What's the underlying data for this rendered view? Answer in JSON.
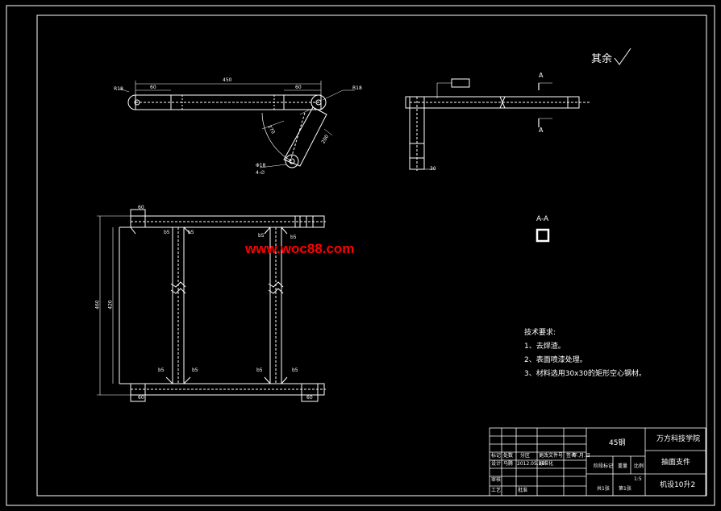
{
  "drawing": {
    "roughness_note": "其余",
    "watermark": "www.woc88.com",
    "section_label": "A-A",
    "section_marker": "A",
    "tech_requirements": {
      "title": "技术要求:",
      "items": [
        "1、去焊渣。",
        "2、表面喷漆处理。",
        "3、材料选用30x30的矩形空心钢材。"
      ]
    },
    "dimensions": {
      "top_len": "450",
      "left_sub": "60",
      "right_sub": "60",
      "r_left": "R18",
      "r_right": "R18",
      "angle_len": "200",
      "diag_a": "270",
      "phi": "Φ18",
      "thru": "4-∅",
      "side_w": "30",
      "plan_height": "460",
      "plan_height_inner": "420",
      "plan_top": "60",
      "plan_bot_left": "60",
      "plan_bot_right": "60",
      "weld_marks": [
        "b5",
        "b5",
        "b5",
        "b5",
        "b5",
        "b5",
        "b5",
        "b5"
      ]
    }
  },
  "title_block": {
    "material": "45钢",
    "school": "万方科技学院",
    "part_name": "抽面支件",
    "drawing_no": "机设10升2",
    "scale": "1:5",
    "rows": {
      "r1": [
        "标记",
        "处数",
        "分区",
        "更改文件号",
        "签名",
        "年.月.日"
      ],
      "r2": [
        "设计",
        "马腾",
        "2012.05.28",
        "标准化",
        "阶段标记",
        "重量",
        "比例"
      ],
      "r3": [
        "审核",
        "",
        "",
        "",
        "",
        ""
      ],
      "r4": [
        "工艺",
        "",
        "批准",
        "",
        "共1张",
        "第1张"
      ]
    }
  }
}
